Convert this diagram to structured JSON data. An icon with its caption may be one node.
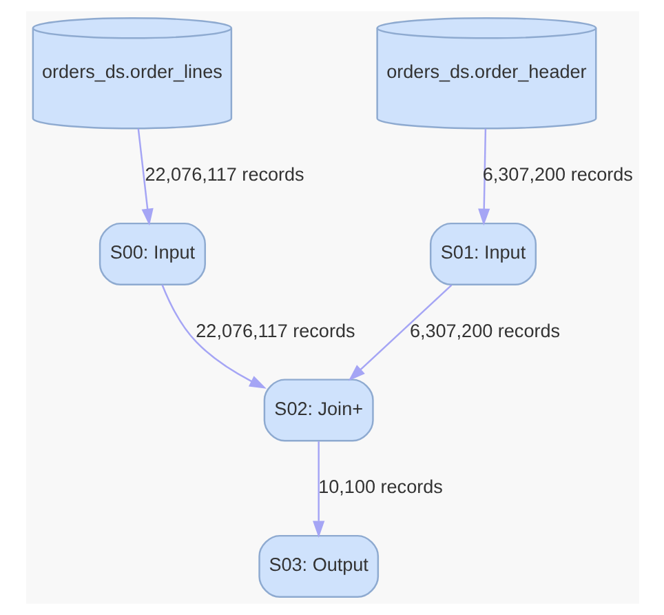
{
  "diagram": {
    "nodes": [
      {
        "text": [
          "orders_ds.order_lines"
        ]
      },
      {
        "text": [
          "orders_ds.order_header"
        ]
      },
      {
        "text": [
          "S00: Input"
        ]
      },
      {
        "text": [
          "S01: Input"
        ]
      },
      {
        "text": [
          "S02: Join+"
        ]
      },
      {
        "text": [
          "S03: Output"
        ]
      }
    ],
    "edges": [
      {
        "from": 0,
        "to": 2,
        "arrow": "to",
        "label": "22,076,117 records"
      },
      {
        "from": 1,
        "to": 3,
        "arrow": "to",
        "label": "6,307,200 records"
      },
      {
        "from": 2,
        "to": 4,
        "arrow": "to",
        "label": "22,076,117 records"
      },
      {
        "from": 3,
        "to": 4,
        "arrow": "to",
        "label": "6,307,200 records"
      },
      {
        "from": 4,
        "to": 5,
        "arrow": "to",
        "label": "10,100 records"
      }
    ]
  }
}
